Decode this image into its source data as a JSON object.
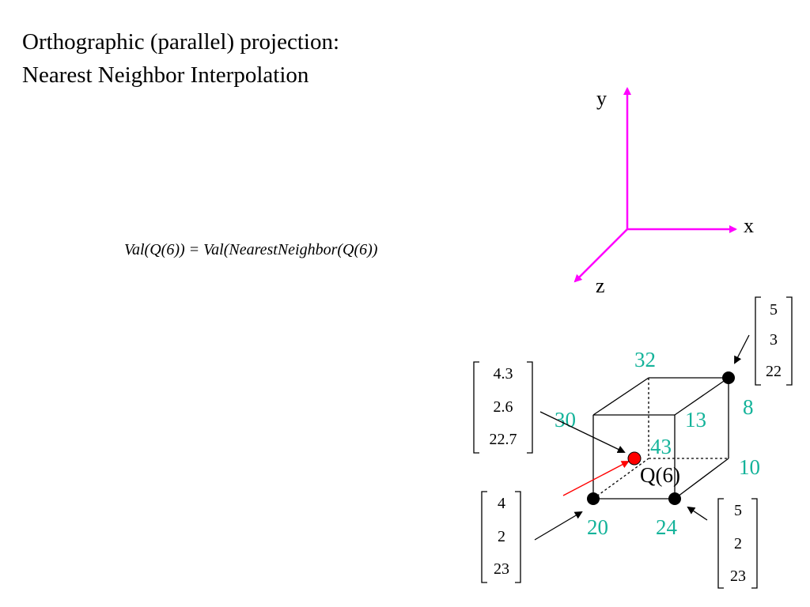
{
  "title": {
    "line1": "Orthographic (parallel) projection:",
    "line2": "Nearest Neighbor Interpolation"
  },
  "formula": "Val(Q(6)) = Val(NearestNeighbor(Q(6))",
  "axes": {
    "x": "x",
    "y": "y",
    "z": "z",
    "color": "#ff00ff"
  },
  "values": {
    "v32": "32",
    "v8": "8",
    "v30": "30",
    "v13": "13",
    "v43": "43",
    "v10": "10",
    "v20": "20",
    "v24": "24",
    "color": "#14b39a"
  },
  "query_label": "Q(6)",
  "vectors": {
    "top_right": [
      "5",
      "3",
      "22"
    ],
    "query": [
      "4.3",
      "2.6",
      "22.7"
    ],
    "bottom_left": [
      "4",
      "2",
      "23"
    ],
    "bottom_right": [
      "5",
      "2",
      "23"
    ]
  },
  "colors": {
    "query_point": "#ff0000",
    "ray": "#ff0000",
    "vertex": "#000000"
  }
}
